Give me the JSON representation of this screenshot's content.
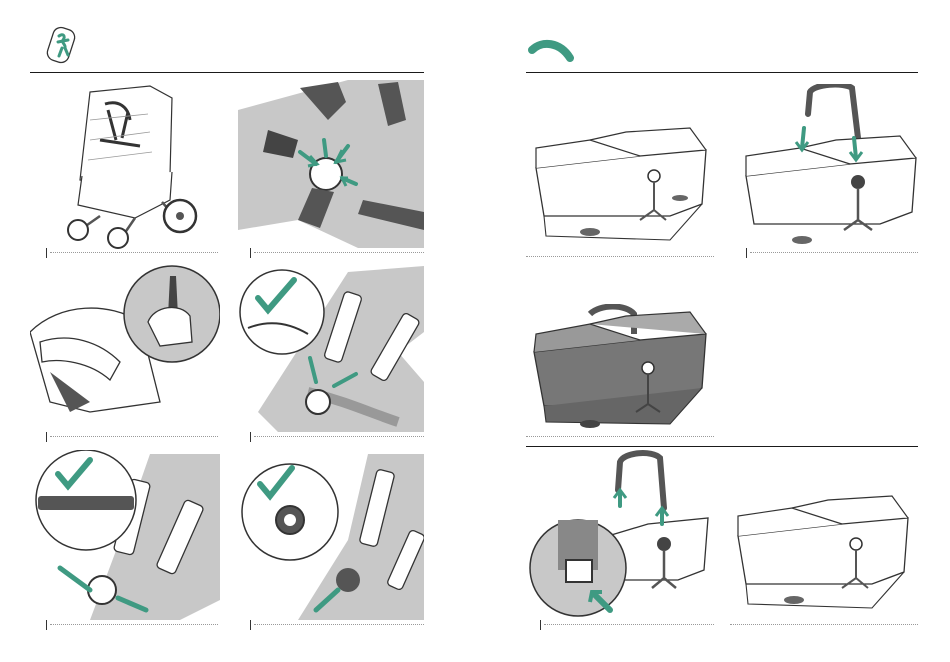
{
  "document": {
    "left_page": {
      "header_icon": "seat-harness-icon",
      "steps": [
        {
          "id": "step-1",
          "illustration": "stroller-with-seat",
          "caption": ""
        },
        {
          "id": "step-2",
          "illustration": "harness-buckle-connect",
          "caption": ""
        },
        {
          "id": "step-3",
          "illustration": "shoulder-pad-release",
          "caption": ""
        },
        {
          "id": "step-4",
          "illustration": "buckle-insert-check",
          "caption": ""
        },
        {
          "id": "step-5",
          "illustration": "buckle-release-check",
          "caption": ""
        },
        {
          "id": "step-6",
          "illustration": "buckle-press-check",
          "caption": ""
        }
      ]
    },
    "right_page": {
      "header_icon": "carry-handle-icon",
      "steps": [
        {
          "id": "step-7",
          "illustration": "bassinet-without-handle",
          "caption": ""
        },
        {
          "id": "step-8",
          "illustration": "attach-carry-handle",
          "caption": ""
        },
        {
          "id": "step-9",
          "illustration": "bassinet-with-hood",
          "caption": ""
        },
        {
          "id": "step-10",
          "illustration": "remove-carry-handle",
          "caption": ""
        },
        {
          "id": "step-11",
          "illustration": "bassinet-handle-removed",
          "caption": ""
        }
      ]
    },
    "colors": {
      "accent": "#3f9a82",
      "ink": "#1a1a1a",
      "shadow": "#c8c8c8",
      "paper": "#ffffff"
    }
  }
}
